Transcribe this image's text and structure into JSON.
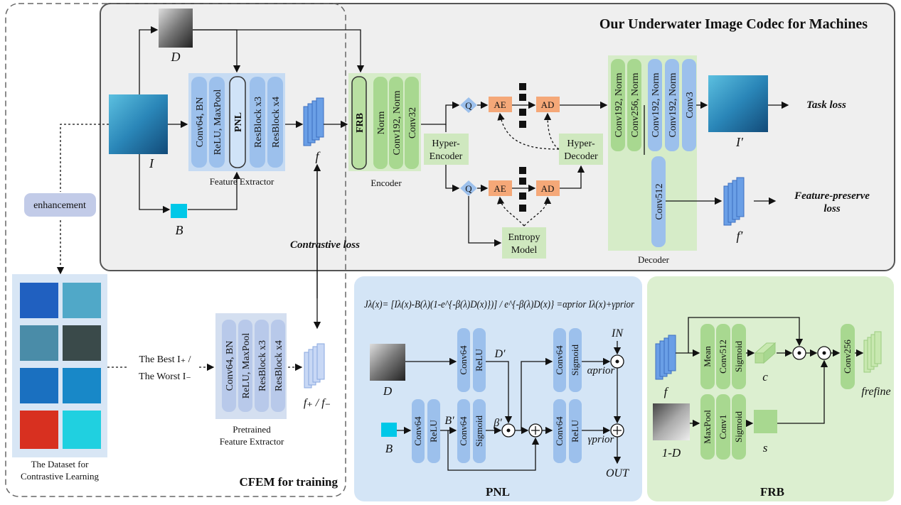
{
  "title": "Our Underwater Image Codec for Machines",
  "inputs": {
    "I": "I",
    "D": "D",
    "B": "B",
    "f": "f",
    "f_prime": "f′",
    "I_prime": "I′"
  },
  "feature_extractor": {
    "label": "Feature Extractor",
    "blocks": [
      "Conv64, BN",
      "ReLU, MaxPool",
      "PNL",
      "ResBlock x3",
      "ResBlock x4"
    ]
  },
  "encoder": {
    "label": "Encoder",
    "blocks": [
      "FRB",
      "Norm",
      "Conv192, Norm",
      "Conv32"
    ]
  },
  "entropy": {
    "q": "Q",
    "ae": "AE",
    "ad": "AD",
    "hyper_encoder": [
      "Hyper-",
      "Encoder"
    ],
    "hyper_decoder": [
      "Hyper-",
      "Decoder"
    ],
    "entropy_model": [
      "Entropy",
      "Model"
    ]
  },
  "decoder": {
    "label": "Decoder",
    "blocks": [
      "Conv192, Norm",
      "Conv256, Norm",
      "Conv192, Norm",
      "Conv3",
      "Conv512"
    ]
  },
  "losses": {
    "task": "Task loss",
    "feature_preserve": [
      "Feature-preserve",
      "loss"
    ],
    "contrastive": "Contrastive loss"
  },
  "cfem": {
    "enhancement": "enhancement",
    "dataset": [
      "The Dataset for",
      "Contrastive Learning"
    ],
    "best_worst": [
      "The Best I₊ /",
      "The Worst I₋"
    ],
    "pretrained_blocks": [
      "Conv64, BN",
      "ReLU, MaxPool",
      "ResBlock x3",
      "ResBlock x4"
    ],
    "pretrained_label": [
      "Pretrained",
      "Feature Extractor"
    ],
    "f_pm": "f₊ / f₋",
    "title": "CFEM for training"
  },
  "pnl": {
    "title": "PNL",
    "formula": "Jλ(x)= [Iλ(x)-B(λ)(1-e^{-β(λ)D(x)})] / e^{-β(λ)D(x)} =αprior Iλ(x)+γprior",
    "D": "D",
    "B": "B",
    "D_prime": "D′",
    "B_prime": "B′",
    "beta_prime": "β′",
    "alpha": "αprior",
    "gamma": "γprior",
    "in": "IN",
    "out": "OUT",
    "blocks": [
      "Conv64",
      "ReLU",
      "Conv64",
      "Sigmoid",
      "Conv64",
      "ReLU",
      "Conv64",
      "Sigmoid",
      "Conv64",
      "ReLU"
    ]
  },
  "frb": {
    "title": "FRB",
    "f": "f",
    "one_minus_d": "1-D",
    "c": "c",
    "s": "s",
    "f_refine": "frefine",
    "blocks": [
      "Mean",
      "Conv512",
      "Sigmoid",
      "MaxPool",
      "Conv1",
      "Sigmoid",
      "Conv256"
    ]
  },
  "colors": {
    "blue_panel": "#c9ddf5",
    "blue_block": "#9cc0ec",
    "green_panel": "#dcefd0",
    "green_block": "#a8d890",
    "orange": "#f5a878",
    "gray_panel": "#f0f0f0"
  }
}
